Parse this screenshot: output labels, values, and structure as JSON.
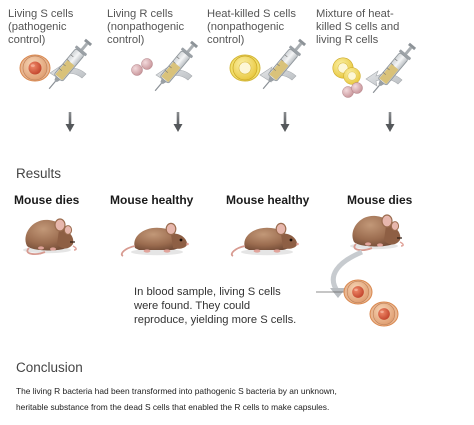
{
  "experiments": [
    {
      "line1": "Living S cells",
      "line2": "(pathogenic",
      "line3": "control)"
    },
    {
      "line1": "Living R cells",
      "line2": "(nonpathogenic",
      "line3": "control)"
    },
    {
      "line1": "Heat-killed S cells",
      "line2": "(nonpathogenic",
      "line3": "control)"
    },
    {
      "line1": "Mixture of heat-",
      "line2": "killed S cells and",
      "line3": "living R cells"
    }
  ],
  "results": {
    "heading": "Results",
    "outcomes": [
      "Mouse dies",
      "Mouse healthy",
      "Mouse healthy",
      "Mouse dies"
    ],
    "note": {
      "line1": "In blood sample, living S cells",
      "line2": "were found. They could",
      "line3": "reproduce, yielding more S cells."
    }
  },
  "conclusion": {
    "heading": "Conclusion",
    "line1": "The living R bacteria had been transformed into pathogenic S bacteria by an unknown,",
    "line2": "heritable substance from the dead S cells that enabled the R cells to make capsules."
  },
  "colors": {
    "s_cell_capsule": "#e9b690",
    "s_cell_core": "#d65a3c",
    "r_cell": "#d8b0b4",
    "heat_killed_capsule": "#f2df6a",
    "mouse_fur": "#9b6c4f",
    "syringe_fluid": "#d9c27a"
  }
}
